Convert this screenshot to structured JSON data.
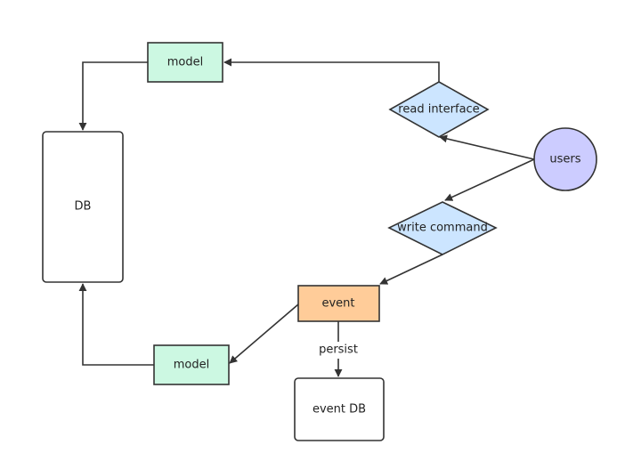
{
  "nodes": {
    "model_top": {
      "label": "model",
      "fill": "#ccf8e2"
    },
    "db": {
      "label": "DB",
      "fill": "#ffffff"
    },
    "read_interface": {
      "label": "read interface",
      "fill": "#cce5ff"
    },
    "users": {
      "label": "users",
      "fill": "#ccccff"
    },
    "write_command": {
      "label": "write command",
      "fill": "#cce5ff"
    },
    "event": {
      "label": "event",
      "fill": "#ffcc99"
    },
    "model_bottom": {
      "label": "model",
      "fill": "#ccf8e2"
    },
    "event_db": {
      "label": "event DB",
      "fill": "#ffffff"
    }
  },
  "edges": {
    "event_to_event_db": {
      "label": "persist"
    }
  }
}
